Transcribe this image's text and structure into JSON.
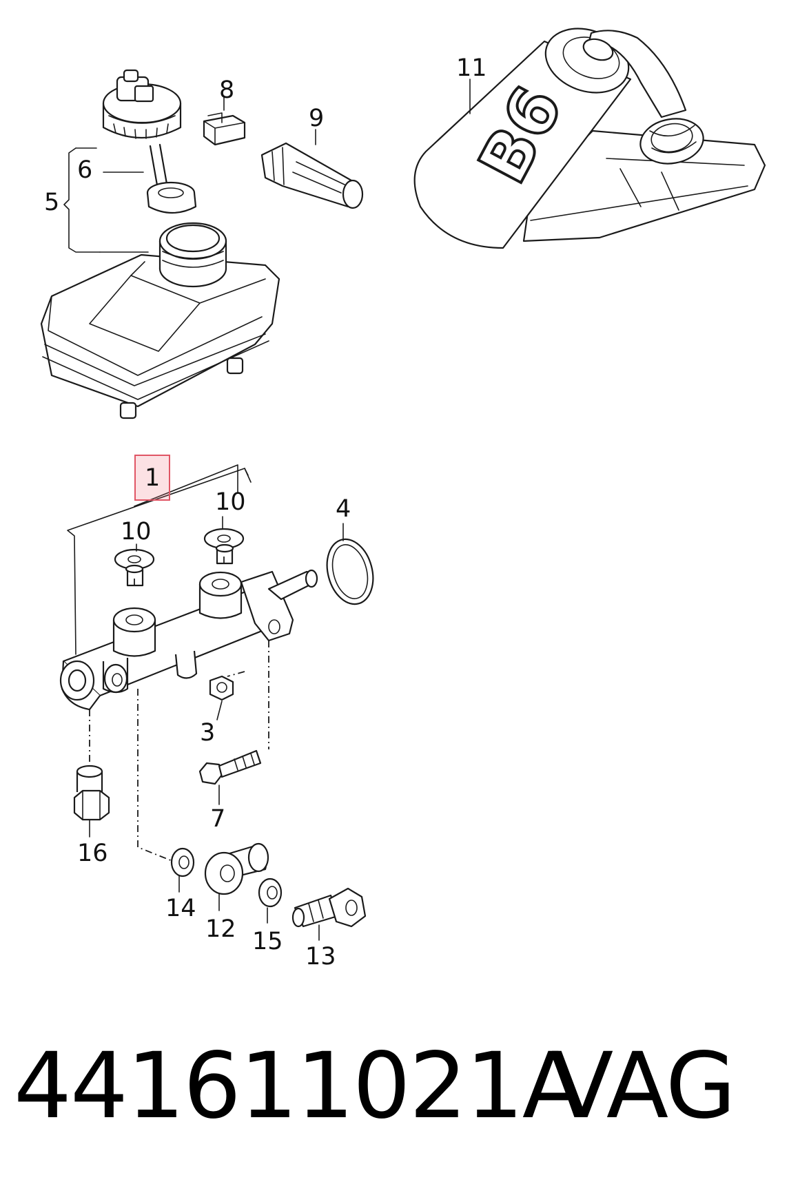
{
  "callouts": {
    "c1": "1",
    "c3": "3",
    "c4": "4",
    "c5": "5",
    "c6": "6",
    "c7": "7",
    "c8": "8",
    "c9": "9",
    "c10a": "10",
    "c10b": "10",
    "c11": "11",
    "c12": "12",
    "c13": "13",
    "c14": "14",
    "c15": "15",
    "c16": "16"
  },
  "reservoir_marking": "B6",
  "footer": {
    "part_number": "441611021A",
    "brand": "VAG"
  }
}
